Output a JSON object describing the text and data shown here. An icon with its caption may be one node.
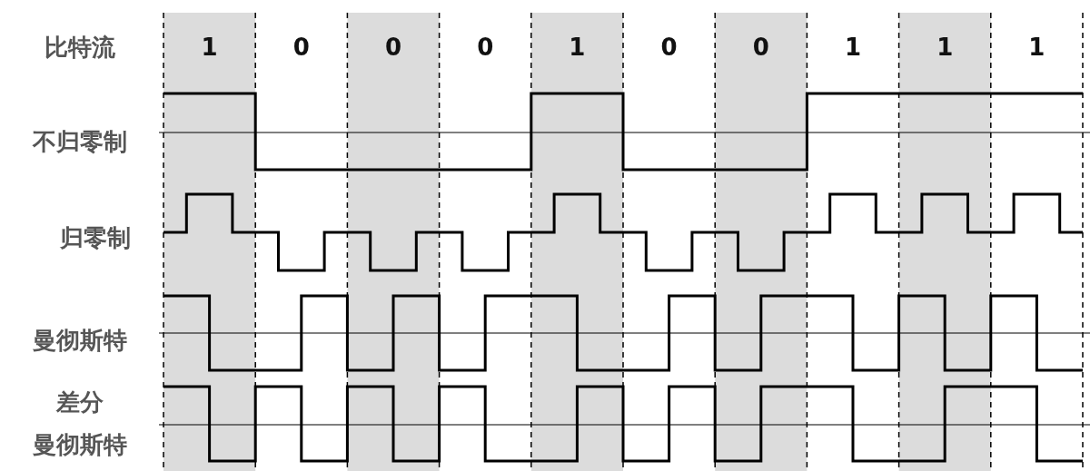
{
  "diagram": {
    "labels": [
      "比特流",
      "1",
      "0",
      "0",
      "0",
      "1",
      "0",
      "0",
      "1",
      "1",
      "1",
      "不归零制",
      "归零制",
      "曼彻斯特",
      "差分",
      "曼彻斯特"
    ]
  }
}
